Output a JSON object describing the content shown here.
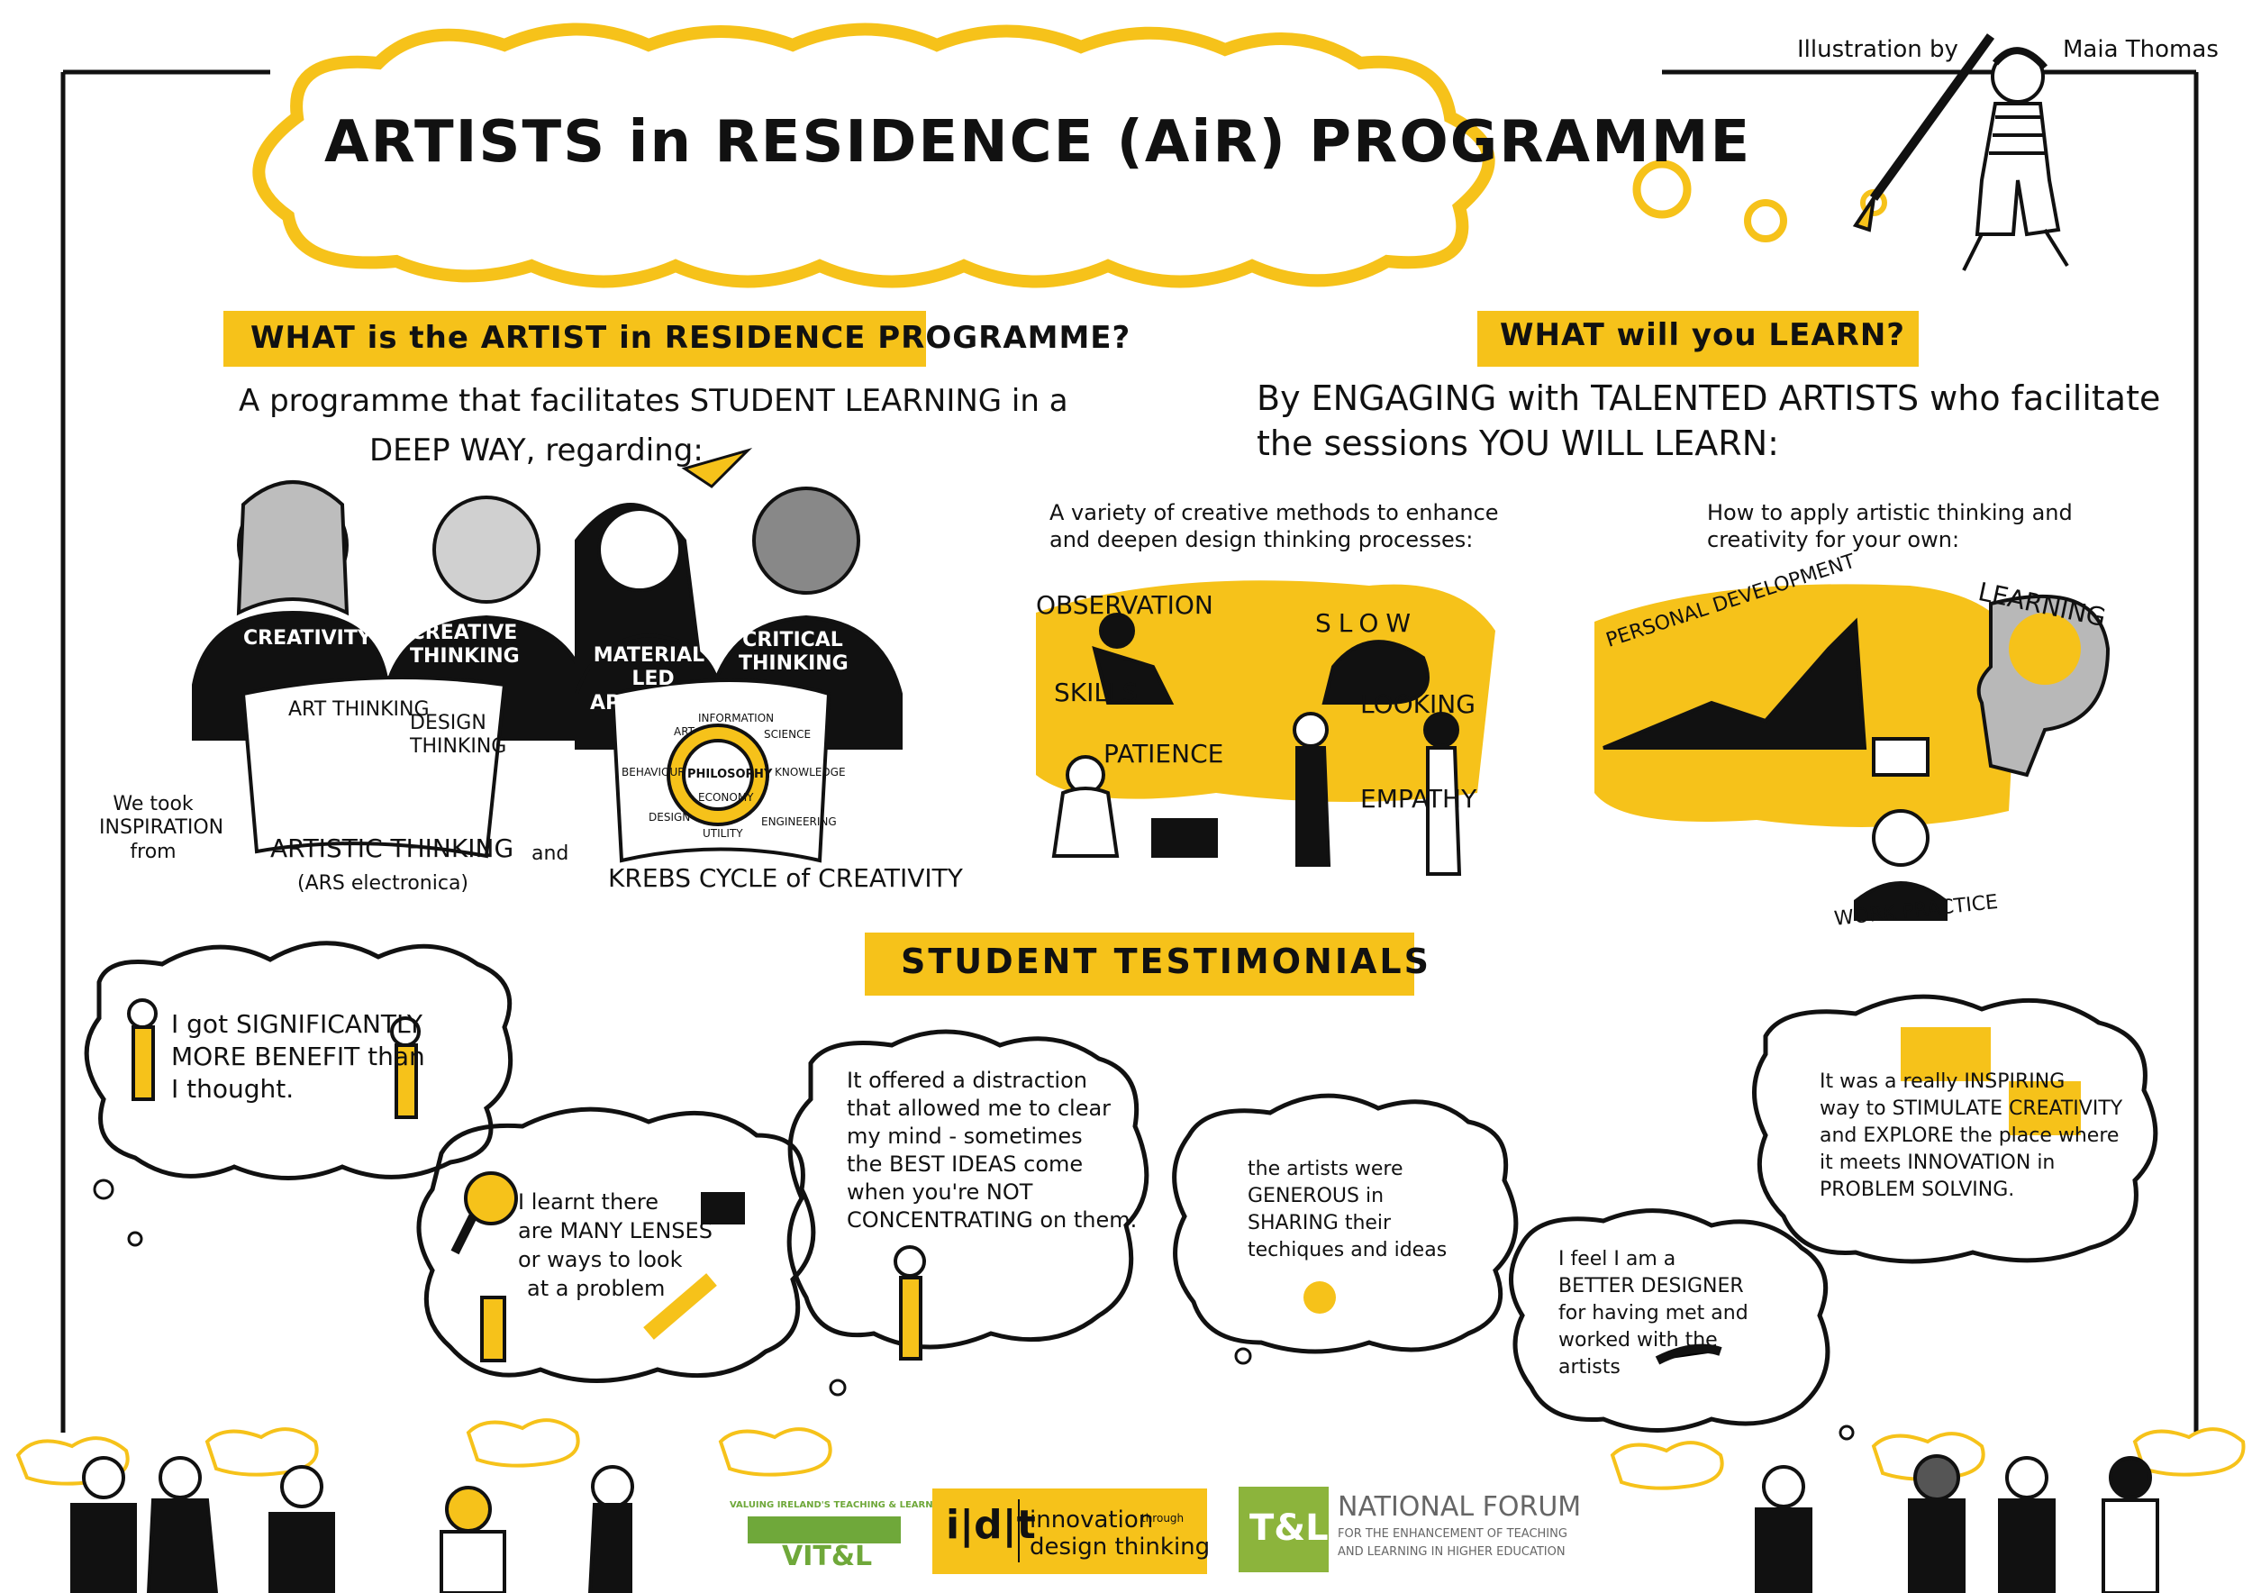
{
  "credit": {
    "label": "Illustration by",
    "author": "Maia Thomas"
  },
  "title": "ARTISTS in RESIDENCE  (AiR) PROGRAMME",
  "left_section": {
    "heading": "WHAT is the ARTIST in RESIDENCE PROGRAMME?",
    "intro_line1": "A programme that facilitates  STUDENT  LEARNING in a",
    "intro_line2": "DEEP WAY, regarding:",
    "people": [
      "CREATIVITY",
      "CREATIVE THINKING",
      "MATERIAL-LED APPROACHES",
      "CRITICAL THINKING"
    ],
    "inspiration": "We took INSPIRATION from",
    "artistic_thinking": "ARTISTIC THINKING",
    "ars": "(ARS electronica)",
    "and": "and",
    "krebs": "KREBS  CYCLE of CREATIVITY",
    "art_thinking": "ART THINKING",
    "design_thinking": "DESIGN THINKING",
    "krebs_center": "PHILOSOPHY",
    "krebs_labels": [
      "ART",
      "INFORMATION",
      "SCIENCE",
      "BEHAVIOUR",
      "KNOWLEDGE",
      "DESIGN",
      "UTILITY",
      "ENGINEERING",
      "ECONOMY"
    ]
  },
  "right_section": {
    "heading": "WHAT will you  LEARN?",
    "intro_line1": "By ENGAGING with TALENTED  ARTISTS who facilitate",
    "intro_line2": "the  sessions  YOU WILL LEARN:",
    "col1_line1": "A variety of creative methods to enhance",
    "col1_line2": "and deepen design thinking processes:",
    "col1_labels": [
      "OBSERVATION",
      "SKILLS",
      "SLOW",
      "LOOKING",
      "PATIENCE",
      "EMPATHY"
    ],
    "col2_line1": "How to apply  artistic thinking and",
    "col2_line2": "creativity for your own:",
    "col2_labels": [
      "PERSONAL DEVELOPMENT",
      "LEARNING",
      "WORK PRACTICE"
    ]
  },
  "testimonials": {
    "heading": "STUDENT  TESTIMONIALS",
    "t1": [
      "I got SIGNIFICANTLY",
      "MORE BENEFIT  than",
      "I thought."
    ],
    "t2": [
      "I learnt there",
      "are MANY LENSES",
      "or ways to look",
      "at  a problem"
    ],
    "t3": [
      "It offered a distraction",
      "that allowed me to clear",
      "my mind - sometimes",
      "the BEST  IDEAS come",
      "when you're  NOT",
      "CONCENTRATING on them."
    ],
    "t4": [
      "the artists were",
      "GENEROUS  in",
      "SHARING  their",
      "techiques and ideas"
    ],
    "t5": [
      "I feel I am a",
      "BETTER DESIGNER",
      "for having met and",
      "worked with the",
      "artists"
    ],
    "t6": [
      "It  was a really INSPIRING",
      "way to STIMULATE CREATIVITY",
      "and EXPLORE the place where",
      "it meets INNOVATION  in",
      "PROBLEM  SOLVING."
    ]
  },
  "logos": {
    "vitl_top": "VALUING IRELAND'S TEACHING & LEARNING",
    "vitl_main": "VIT&L",
    "idt_line1": "innovation",
    "idt_through": "through",
    "idt_line2": "design thinking",
    "nf_mark": "T&L",
    "nf_title": "NATIONAL FORUM",
    "nf_sub1": "FOR THE ENHANCEMENT OF TEACHING",
    "nf_sub2": "AND LEARNING IN HIGHER EDUCATION"
  },
  "colors": {
    "accent": "#f6c21a",
    "ink": "#111111",
    "green": "#6fa83a",
    "gray": "#9a9a9a"
  }
}
